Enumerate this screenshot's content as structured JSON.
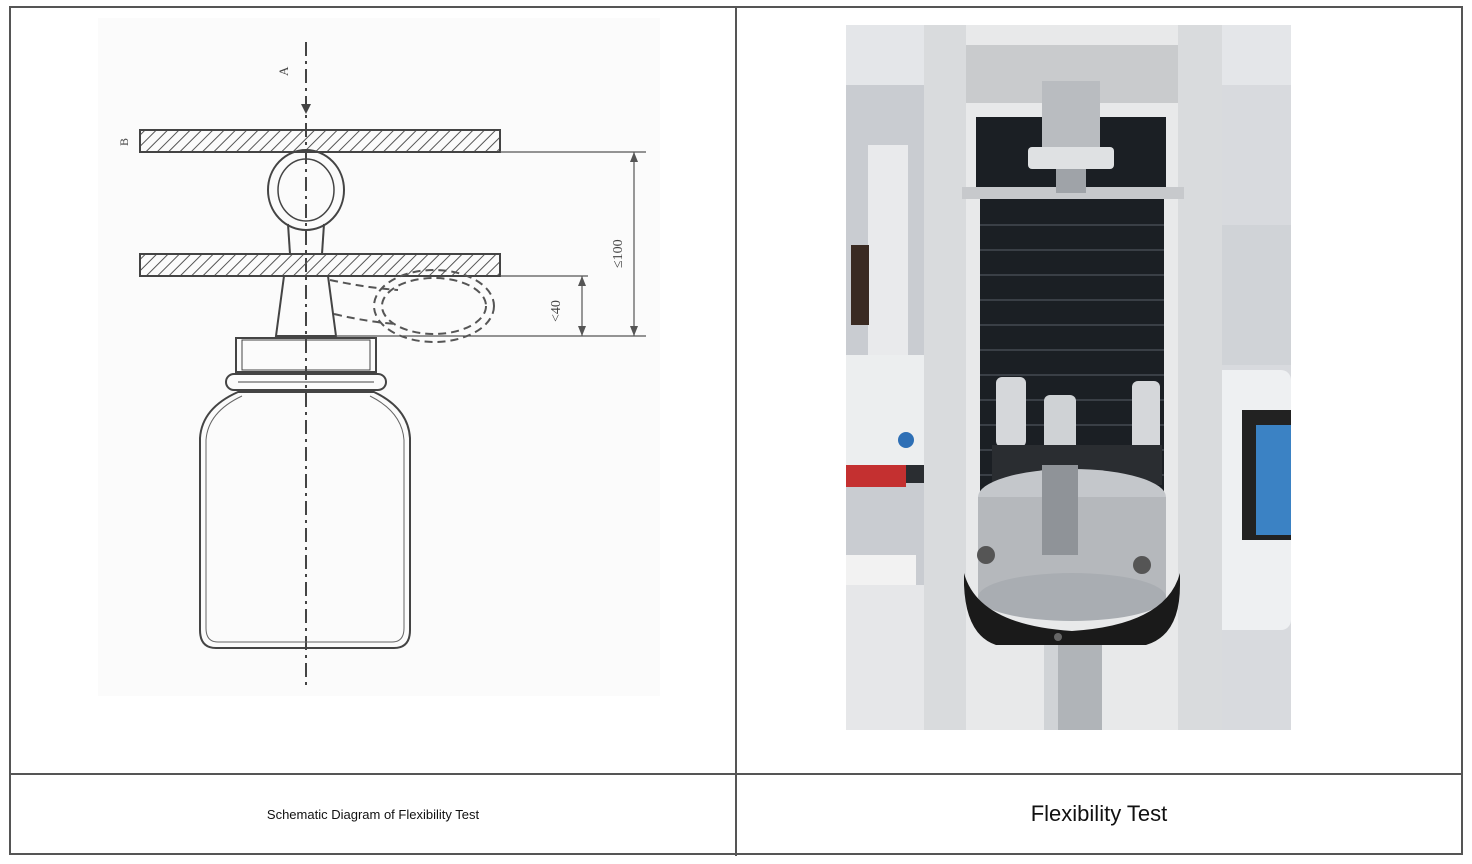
{
  "captions": {
    "left": "Schematic Diagram of Flexibility Test",
    "right": "Flexibility Test"
  },
  "diagram": {
    "label_a": "A",
    "label_b": "B",
    "dim_outer": "≤100",
    "dim_inner": "<40"
  },
  "colors": {
    "border": "#555555",
    "line": "#444444",
    "machine_frame": "#d9dbdd",
    "bellows": "#1b1f24",
    "steel": "#b9bcc0",
    "ring": "#1a1a1a"
  }
}
